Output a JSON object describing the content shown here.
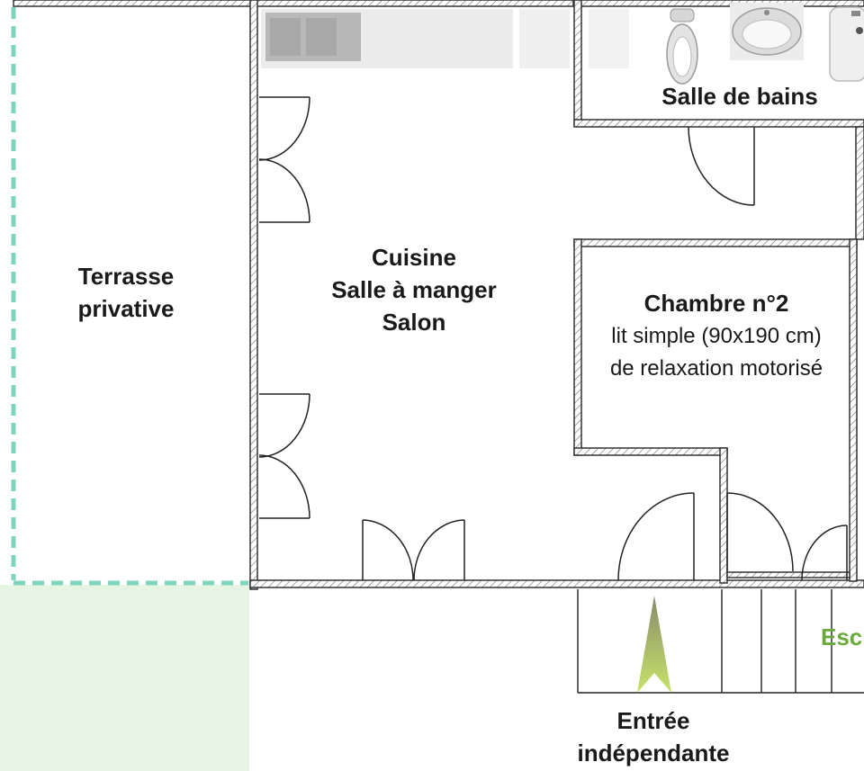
{
  "rooms": {
    "bathroom": {
      "title": "Salle de bains"
    },
    "terrace": {
      "line1": "Terrasse",
      "line2": "privative"
    },
    "living": {
      "line1": "Cuisine",
      "line2": "Salle à manger",
      "line3": "Salon"
    },
    "bedroom2": {
      "title": "Chambre n°2",
      "line1": "lit simple (90x190 cm)",
      "line2": "de relaxation motorisé"
    }
  },
  "entrance": {
    "line1": "Entrée",
    "line2": "indépendante"
  },
  "stairs": {
    "label": "Esc"
  },
  "colors": {
    "terrace_border": "#7fd4bd",
    "exterior_fill": "#e6f5e3",
    "wall": "#333333",
    "arrow": "#c4e36a",
    "stairs_text": "#6aaa3a"
  }
}
